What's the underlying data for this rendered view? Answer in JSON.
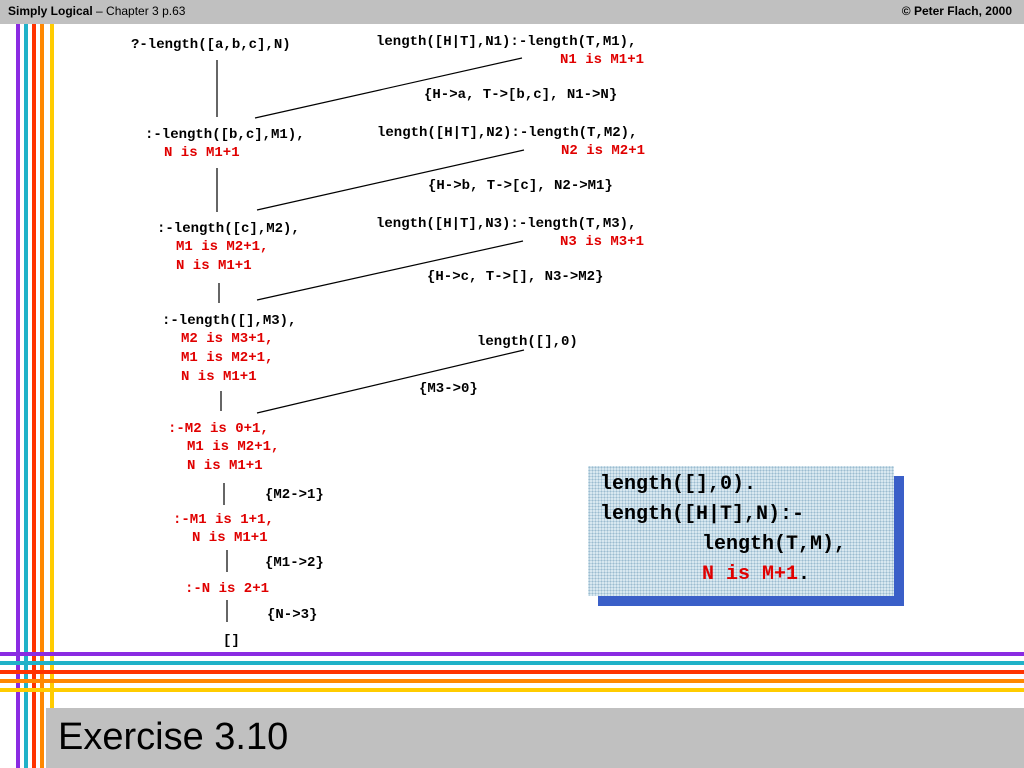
{
  "header": {
    "book": "Simply Logical",
    "chapter": " – Chapter 3",
    "page": "  p.63",
    "copyright": "© Peter Flach, 2000"
  },
  "footer": {
    "title": "Exercise 3.10"
  },
  "colors": {
    "header_bg": "#c0c0c0",
    "stripe_purple": "#8a2be2",
    "stripe_teal": "#20b2c8",
    "stripe_red": "#ff3300",
    "stripe_orange": "#ff8800",
    "stripe_yellow": "#ffcc00",
    "highlight_red": "#e00000",
    "box_shadow": "#3a5fc8"
  },
  "tree": {
    "query": "?-length([a,b,c],N)",
    "goal1": {
      "line1": ":-length([b,c],M1),",
      "line2": "N is M1+1"
    },
    "goal2": {
      "line1": ":-length([c],M2),",
      "line2": "M1 is M2+1,",
      "line3": "N is M1+1"
    },
    "goal3": {
      "line1": ":-length([],M3),",
      "line2": "M2 is M3+1,",
      "line3": "M1 is M2+1,",
      "line4": "N is M1+1"
    },
    "goal4": {
      "line1": ":-M2 is 0+1,",
      "line2": "M1 is M2+1,",
      "line3": "N is M1+1"
    },
    "goal5": {
      "line1": ":-M1 is 1+1,",
      "line2": "N is M1+1"
    },
    "goal6": ":-N is 2+1",
    "empty": "[]",
    "clause1": {
      "head": "length([H|T],N1):-length(T,M1),",
      "body": "N1 is M1+1"
    },
    "subst1": "{H->a, T->[b,c], N1->N}",
    "clause2": {
      "head": "length([H|T],N2):-length(T,M2),",
      "body": "N2 is M2+1"
    },
    "subst2": "{H->b, T->[c], N2->M1}",
    "clause3": {
      "head": "length([H|T],N3):-length(T,M3),",
      "body": "N3 is M3+1"
    },
    "subst3": "{H->c, T->[], N3->M2}",
    "clause4": "length([],0)",
    "subst4": "{M3->0}",
    "subst5": "{M2->1}",
    "subst6": "{M1->2}",
    "subst7": "{N->3}"
  },
  "program": {
    "line1": "length([],0).",
    "line2": "length([H|T],N):-",
    "line3": "length(T,M),",
    "line4_red": "N is M+1",
    "line4_end": "."
  }
}
